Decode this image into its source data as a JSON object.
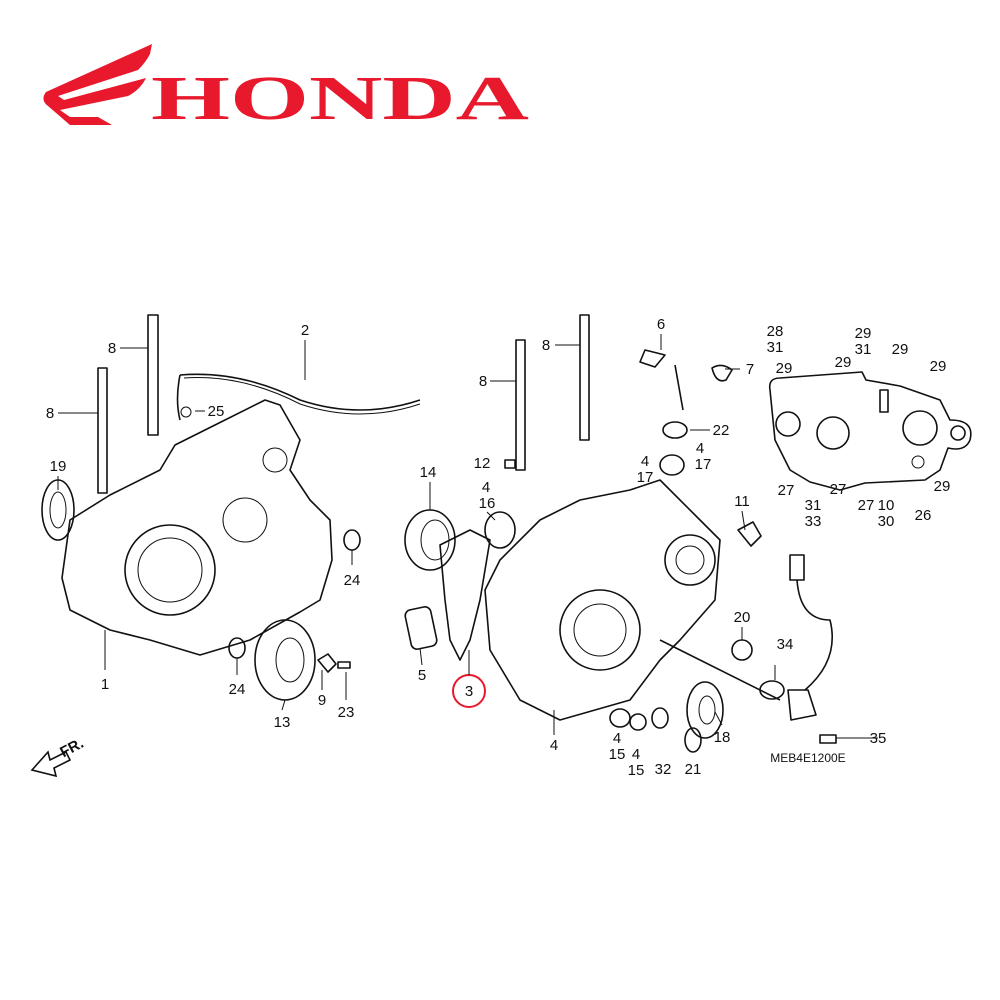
{
  "brand": {
    "name": "HONDA",
    "color": "#e8192c"
  },
  "diagram": {
    "code": "MEB4E1200E",
    "direction_label": "FR.",
    "highlight_color": "#e8192c",
    "highlighted_part": "3",
    "callouts": [
      "2",
      "8",
      "8",
      "25",
      "19",
      "24",
      "1",
      "24",
      "13",
      "9",
      "23",
      "6",
      "8",
      "7",
      "8",
      "22",
      "4",
      "17",
      "4",
      "17",
      "12",
      "14",
      "4",
      "16",
      "11",
      "5",
      "3",
      "20",
      "34",
      "18",
      "4",
      "4",
      "15",
      "4",
      "15",
      "32",
      "21",
      "35",
      "28",
      "31",
      "29",
      "29",
      "29",
      "31",
      "29",
      "29",
      "27",
      "31",
      "33",
      "27",
      "27",
      "10",
      "30",
      "26",
      "29"
    ]
  }
}
